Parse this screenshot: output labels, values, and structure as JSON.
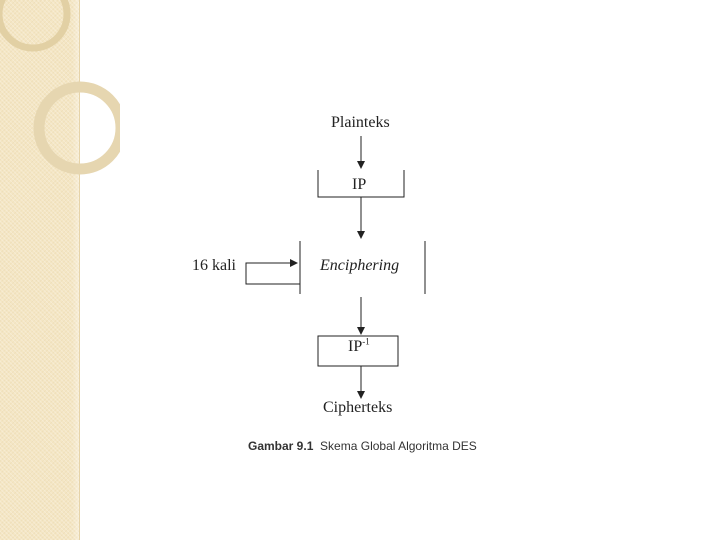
{
  "diagram": {
    "plaintext": "Plainteks",
    "ip": "IP",
    "enciphering": "Enciphering",
    "rounds": "16 kali",
    "ip_inverse_base": "IP",
    "ip_inverse_sup": "-1",
    "ciphertext": "Cipherteks"
  },
  "caption": {
    "number": "Gambar 9.1",
    "text": "Skema Global Algoritma DES"
  },
  "colors": {
    "band": "#f4e6c4",
    "ring": "#e2d0a4",
    "line": "#222222"
  }
}
